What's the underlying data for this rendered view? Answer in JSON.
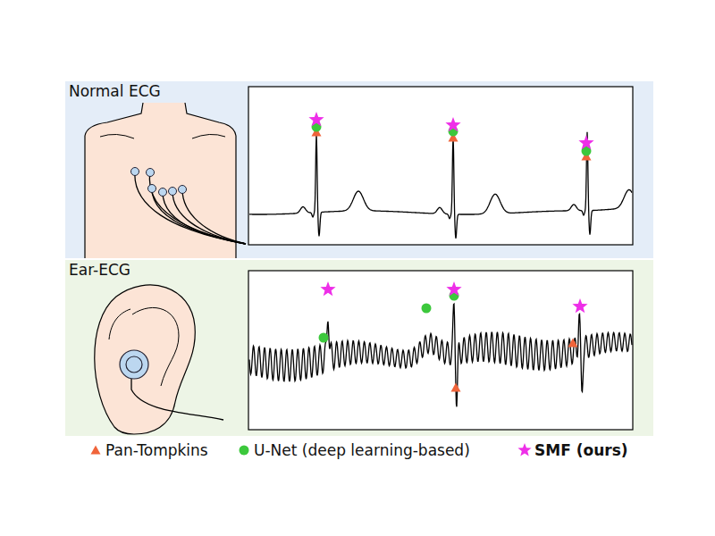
{
  "diagram": {
    "nodes": [
      {
        "text": [
          "Normal ECG"
        ]
      },
      {
        "text": [
          "Ear-ECG"
        ]
      }
    ],
    "legend": [
      {
        "text": "Pan-Tompkins"
      },
      {
        "text": "U-Net (deep learning-based)"
      },
      {
        "text": "SMF (ours)"
      }
    ]
  }
}
